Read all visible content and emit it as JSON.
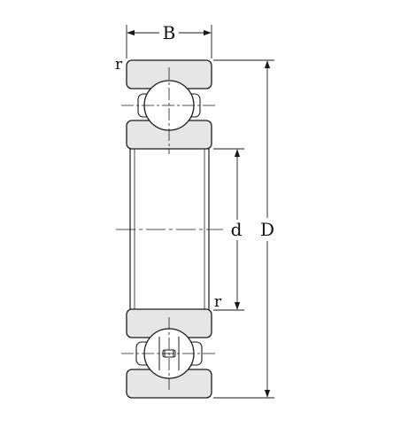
{
  "labels": {
    "width": "B",
    "inner_diameter": "d",
    "outer_diameter": "D",
    "chamfer_top": "r",
    "chamfer_inner": "r"
  },
  "colors": {
    "ring_fill": "#e6e6e6",
    "stroke": "#1a1a1a",
    "background": "#ffffff"
  }
}
